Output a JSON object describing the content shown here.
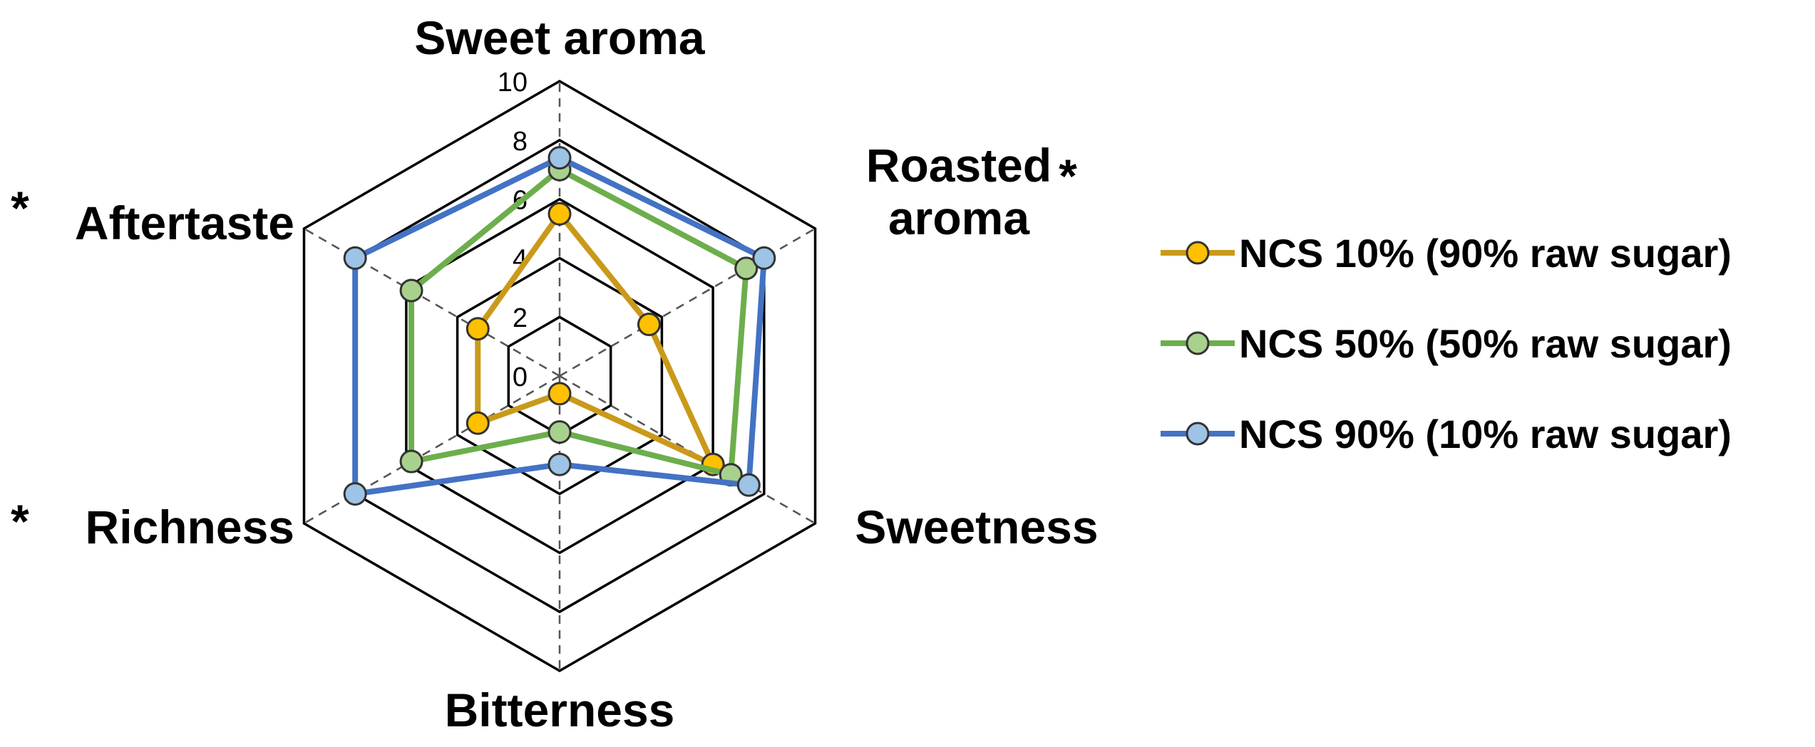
{
  "chart_data": {
    "type": "radar",
    "title": "",
    "axes": [
      "Sweet aroma",
      "Roasted aroma",
      "Sweetness",
      "Bitterness",
      "Richness",
      "Aftertaste"
    ],
    "axis_labels": [
      [
        "Sweet aroma"
      ],
      [
        "Roasted",
        "aroma"
      ],
      [
        "Sweetness"
      ],
      [
        "Bitterness"
      ],
      [
        "Richness"
      ],
      [
        "Aftertaste"
      ]
    ],
    "significance_markers": {
      "Roasted aroma": "*",
      "Richness": "*",
      "Aftertaste": "*"
    },
    "rlim": [
      0,
      10
    ],
    "ticks": [
      0,
      2,
      4,
      6,
      8,
      10
    ],
    "gridlines": [
      2,
      4,
      6,
      8,
      10
    ],
    "grid": true,
    "legend_position": "right",
    "series": [
      {
        "name": "NCS 10% (90% raw sugar)",
        "color": "#C99A1A",
        "marker_fill": "#FFC000",
        "values": [
          5.5,
          3.5,
          6.0,
          0.6,
          3.2,
          3.2
        ]
      },
      {
        "name": "NCS 50% (50% raw sugar)",
        "color": "#6DAE4C",
        "marker_fill": "#A9D18E",
        "values": [
          7.0,
          7.3,
          6.7,
          1.9,
          5.8,
          5.8
        ]
      },
      {
        "name": "NCS 90% (10% raw sugar)",
        "color": "#4472C4",
        "marker_fill": "#9DC3E6",
        "values": [
          7.4,
          8.0,
          7.4,
          3.0,
          8.0,
          8.0
        ]
      }
    ]
  }
}
